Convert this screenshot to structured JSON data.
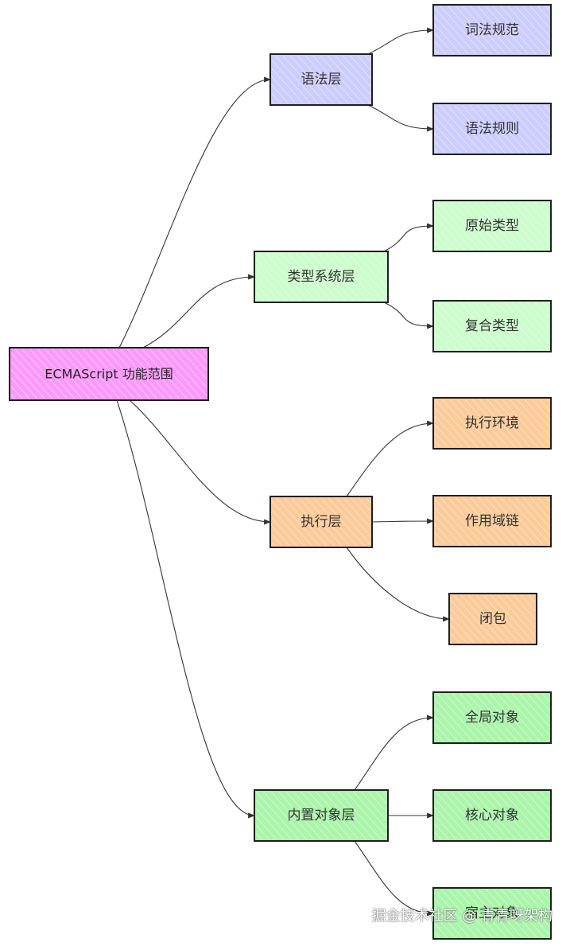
{
  "colors": {
    "root": "#fd99fd",
    "syntax": "#ccccfd",
    "types": "#ccfdcc",
    "execution": "#fdcb99",
    "builtins": "#aaf5aa",
    "edge": "#333333",
    "border": "#1e1e1e"
  },
  "root": {
    "label": "ECMAScript 功能范围"
  },
  "layers": [
    {
      "id": "syntax",
      "label": "语法层",
      "children": [
        "词法规范",
        "语法规则"
      ]
    },
    {
      "id": "types",
      "label": "类型系统层",
      "children": [
        "原始类型",
        "复合类型"
      ]
    },
    {
      "id": "execution",
      "label": "执行层",
      "children": [
        "执行环境",
        "作用域链",
        "闭包"
      ]
    },
    {
      "id": "builtins",
      "label": "内置对象层",
      "children": [
        "全局对象",
        "核心对象",
        "宿主对象"
      ]
    }
  ],
  "watermark": "掘金技术社区 @ 青青呀架构"
}
